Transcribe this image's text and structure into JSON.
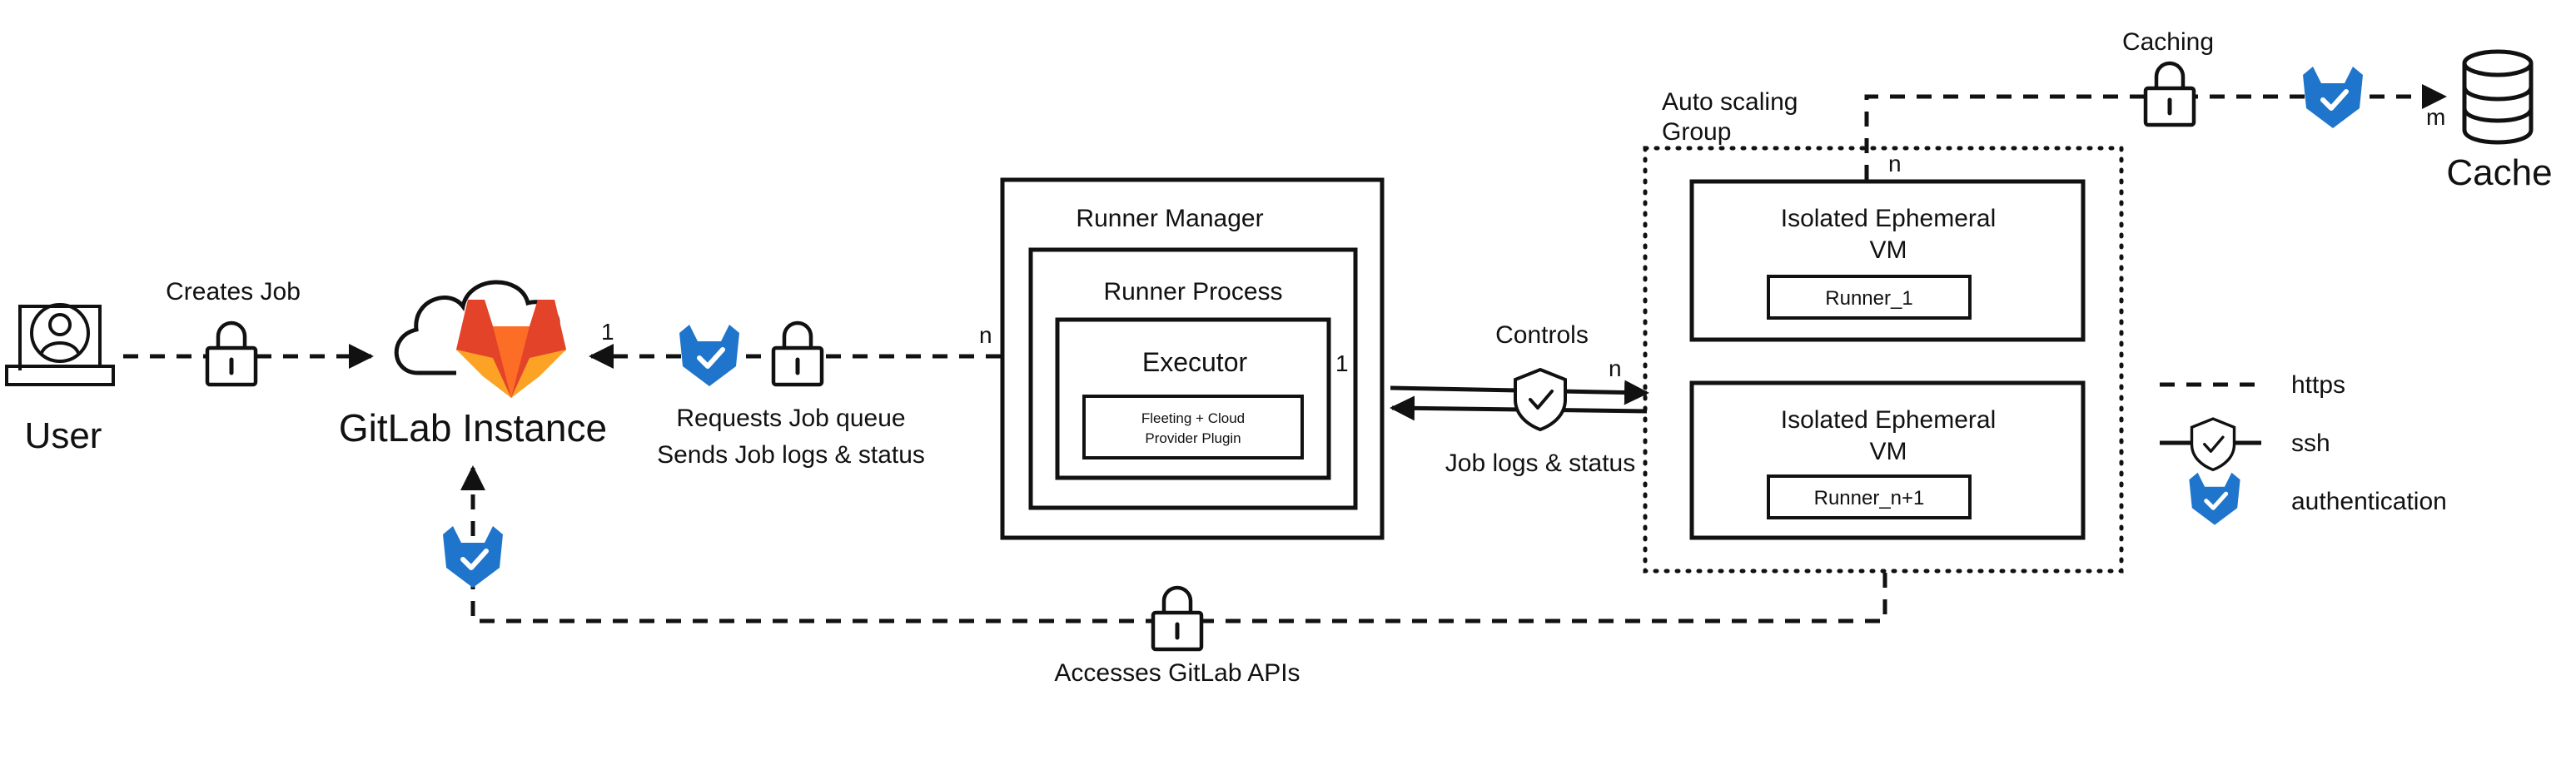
{
  "user": {
    "label": "User"
  },
  "gitlab": {
    "label": "GitLab Instance"
  },
  "labels": {
    "creates_job": "Creates Job",
    "requests_queue": "Requests Job queue",
    "sends_logs": "Sends Job logs & status",
    "controls": "Controls",
    "job_logs": "Job logs & status",
    "accesses_apis": "Accesses GitLab APIs",
    "caching": "Caching"
  },
  "multiplicity": {
    "gitlab_side": "1",
    "manager_side": "n",
    "executor_side": "1",
    "asg_side": "n",
    "vm_cache": "n",
    "cache_side": "m"
  },
  "runner_manager": {
    "title": "Runner Manager",
    "process": "Runner Process",
    "executor": "Executor",
    "plugin_line1": "Fleeting + Cloud",
    "plugin_line2": "Provider Plugin"
  },
  "asg": {
    "title_line1": "Auto scaling",
    "title_line2": "Group",
    "vm1": {
      "line1": "Isolated Ephemeral",
      "line2": "VM",
      "runner": "Runner_1"
    },
    "vm2": {
      "line1": "Isolated Ephemeral",
      "line2": "VM",
      "runner": "Runner_n+1"
    }
  },
  "cache": {
    "label": "Cache"
  },
  "legend": {
    "https": "https",
    "ssh": "ssh",
    "authentication": "authentication"
  },
  "colors": {
    "line": "#111111",
    "auth_badge": "#1f75cb",
    "gitlab_red": "#e24329",
    "gitlab_orange": "#fc6d26",
    "gitlab_amber": "#fca326"
  },
  "icons": [
    "user-laptop-icon",
    "cloud-icon",
    "gitlab-tanuki-icon",
    "lock-icon",
    "auth-badge-icon",
    "shield-check-icon",
    "database-icon"
  ]
}
